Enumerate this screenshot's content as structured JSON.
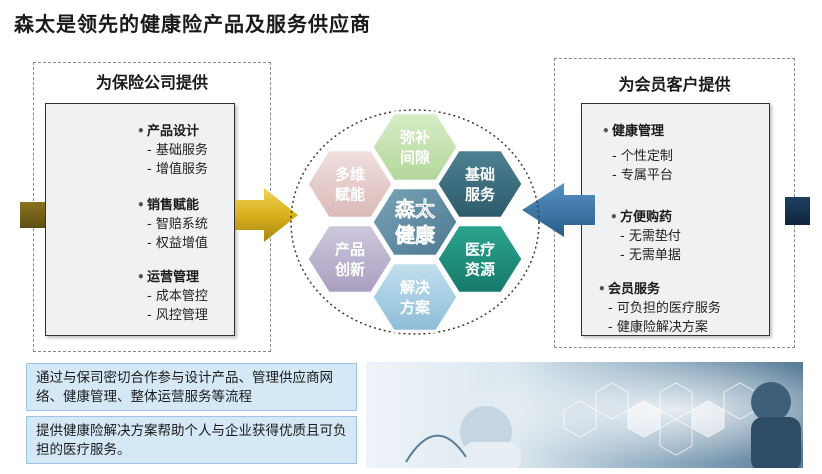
{
  "title": "森太是领先的健康险产品及服务供应商",
  "left_panel": {
    "heading": "为保险公司提供",
    "groups": [
      {
        "title": "产品设计",
        "items": [
          "- 基础服务",
          "- 增值服务"
        ]
      },
      {
        "title": "销售赋能",
        "items": [
          "- 智赔系统",
          "- 权益增值"
        ]
      },
      {
        "title": "运营管理",
        "items": [
          "- 成本管控",
          "- 风控管理"
        ]
      }
    ]
  },
  "right_panel": {
    "heading": "为会员客户提供",
    "groups": [
      {
        "title": "健康管理",
        "items": [
          "- 个性定制",
          "- 专属平台"
        ]
      },
      {
        "title": "方便购药",
        "items": [
          "- 无需垫付",
          "- 无需单据"
        ]
      },
      {
        "title": "会员服务",
        "items": [
          "- 可负担的医疗服务",
          "- 健康险解决方案"
        ]
      }
    ]
  },
  "hexes": {
    "center": [
      "森太",
      "健康"
    ],
    "top": [
      "弥补",
      "间隙"
    ],
    "upper_left": [
      "多维",
      "赋能"
    ],
    "upper_right": [
      "基础",
      "服务"
    ],
    "lower_left": [
      "产品",
      "创新"
    ],
    "lower_right": [
      "医疗",
      "资源"
    ],
    "bottom": [
      "解决",
      "方案"
    ]
  },
  "colors": {
    "center": "#5f8aa0",
    "top": "#c6e3b2",
    "upper_left": "#e7cfcd",
    "upper_right": "#3c6e7e",
    "lower_left": "#bcb5cf",
    "lower_right": "#1f8f7c",
    "bottom": "#a8cfe3",
    "arrow_left": "#d8b21c",
    "arrow_right": "#3f78a8"
  },
  "bottom_notes": [
    "通过与保司密切合作参与设计产品、管理供应商网络、健康管理、整体运营服务等流程",
    "提供健康险解决方案帮助个人与企业获得优质且可负担的医疗服务。"
  ]
}
